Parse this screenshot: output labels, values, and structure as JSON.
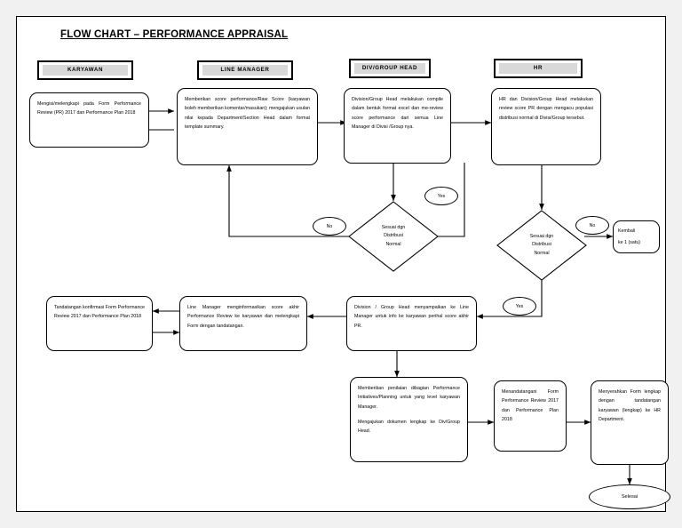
{
  "document": {
    "title": "FLOW CHART – PERFORMANCE APPRAISAL"
  },
  "lanes": [
    {
      "id": "karyawan",
      "label": "KARYAWAN"
    },
    {
      "id": "line-manager",
      "label": "LINE MANAGER"
    },
    {
      "id": "div-group-head",
      "label": "DIV/GROUP HEAD"
    },
    {
      "id": "hr",
      "label": "HR"
    }
  ],
  "nodes": {
    "employee_fill_form": {
      "lines": [
        "Mengisi/melengkapi pada Form Performance Review (PR) 2017 dan Performance Plan 2018"
      ]
    },
    "lm_give_score": {
      "lines": [
        "Memberikan score performance/Raw Score (karyawan boleh memberikan komentar/masukan); mengajukan usulan nilai kepada Department/Section Head dalam format template summary."
      ]
    },
    "dgh_compile": {
      "lines": [
        "Division/Group Head melakukan compile dalam bentuk format excel dan me-review score performance dari semua Line Manager di Divisi /Group nya."
      ]
    },
    "hr_review": {
      "lines": [
        "HR dan Division/Group Head melakukan review score PR dengan mengacu populasi distribusi normal di Divisi/Group tersebut."
      ]
    },
    "decision_1": {
      "lines": [
        "Sesuai dgn",
        "Distribusi",
        "Normal"
      ]
    },
    "decision_2": {
      "lines": [
        "Sesuai dgn",
        "Distribusi",
        "Normal"
      ]
    },
    "back_to_one": {
      "lines": [
        "Kembali",
        "ke 1 (satu)"
      ]
    },
    "employee_sign": {
      "lines": [
        "Tandatangan konfirmasi Form Performance Review 2017 dan Performance Plan 2018"
      ]
    },
    "lm_inform_score": {
      "lines": [
        "Line Manager menginformasikan score akhir Performance Review ke karyawan dan melengkapi Form dengan tandatangan."
      ]
    },
    "dgh_deliver": {
      "lines": [
        "Division / Group Head menyampaikan ke Line Manager untuk info ke karyawan perihal score akhir PR."
      ]
    },
    "dgh_initiatives": {
      "lines": [
        "Memberikan penilaian dibagian Performance Initiatives/Planning untuk yang level karyawan Manager.",
        "Mengajukan dokumen lengkap ke Div/Group Head."
      ]
    },
    "hr_sign_form": {
      "lines": [
        "Menandatangani Form Performance Review 2017 dan Performance Plan 2018"
      ]
    },
    "hr_submit_form": {
      "lines": [
        "Menyerahkan Form lengkap dengan tandatangan karyawan (lengkap) ke HR Department."
      ]
    },
    "end": {
      "label": "Selesai"
    }
  },
  "edge_labels": {
    "no_1": "No",
    "yes_1": "Yes",
    "no_2": "No",
    "yes_2": "Yes"
  },
  "colors": {
    "page_background": "#f1f1f1",
    "canvas": "#ffffff",
    "stroke": "#000000",
    "lane_fill": "#d9d9d9"
  }
}
